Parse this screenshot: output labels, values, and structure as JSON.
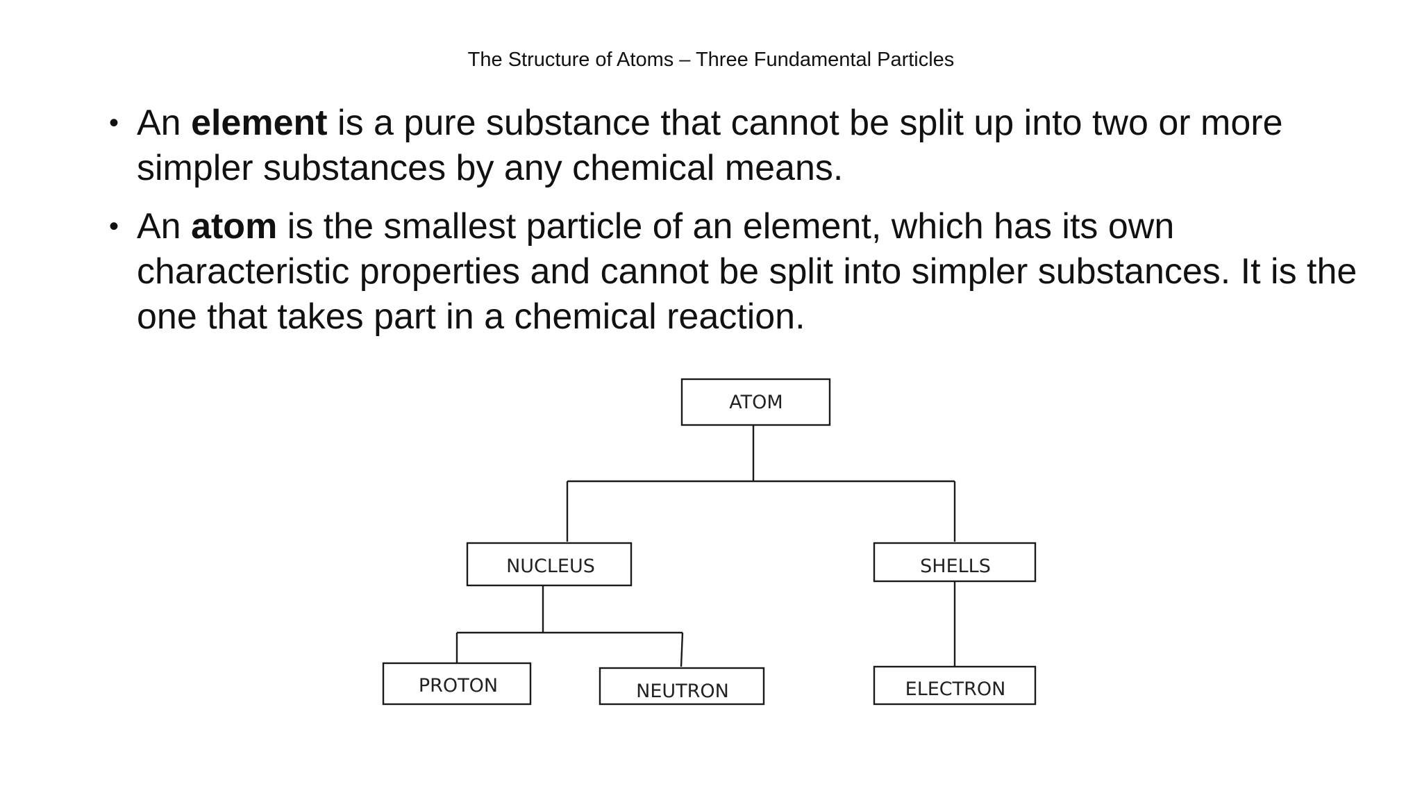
{
  "slide": {
    "title": "The Structure of Atoms – Three Fundamental Particles",
    "bullets": [
      {
        "pre": "An ",
        "bold": "element",
        "post": " is a pure substance that cannot be split up into two or more simpler substances by any chemical means."
      },
      {
        "pre": "An ",
        "bold": "atom",
        "post": " is the smallest particle of an element, which has its own characteristic properties and cannot be split into simpler substances. It is the one that takes part in a chemical reaction."
      }
    ]
  },
  "diagram": {
    "root": "ATOM",
    "nucleus": "NUCLEUS",
    "shells": "SHELLS",
    "proton": "PROTON",
    "neutron": "NEUTRON",
    "electron": "ELECTRON"
  }
}
